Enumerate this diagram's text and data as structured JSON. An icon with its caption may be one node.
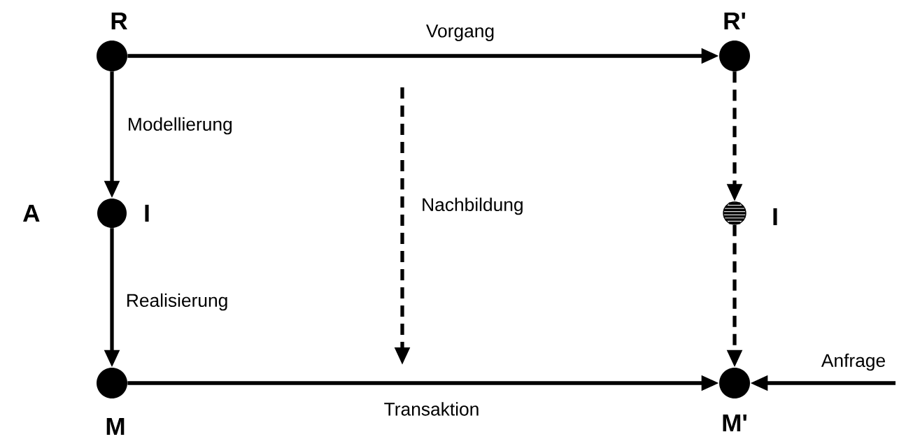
{
  "diagram": {
    "nodes": [
      {
        "text": [],
        "shape": "circle",
        "beside": [
          "R"
        ]
      },
      {
        "text": [],
        "shape": "circle",
        "beside": [
          "R'"
        ]
      },
      {
        "text": [],
        "shape": "circle",
        "beside": [
          "I"
        ]
      },
      {
        "text": [],
        "shape": "circle",
        "beside": [
          "I"
        ]
      },
      {
        "text": [],
        "shape": "circle",
        "beside": [
          "M"
        ]
      },
      {
        "text": [],
        "shape": "circle",
        "beside": [
          "M'"
        ]
      }
    ],
    "edges": [
      {
        "from": 0,
        "to": 1,
        "arrow": "to",
        "label": "Vorgang"
      },
      {
        "from": 0,
        "to": 2,
        "arrow": "to",
        "label": "Modellierung"
      },
      {
        "from": 1,
        "to": 3,
        "arrow": "to",
        "style": "dashed"
      },
      {
        "from": 2,
        "to": 4,
        "arrow": "to",
        "label": "Realisierung"
      },
      {
        "from": 3,
        "to": 5,
        "arrow": "to",
        "style": "dashed"
      },
      {
        "from": 4,
        "to": 5,
        "arrow": "to",
        "label": "Transaktion"
      },
      {
        "from": null,
        "to": 5,
        "arrow": "to",
        "label": "Anfrage"
      }
    ],
    "labels": [
      "A",
      "Nachbildung"
    ]
  }
}
